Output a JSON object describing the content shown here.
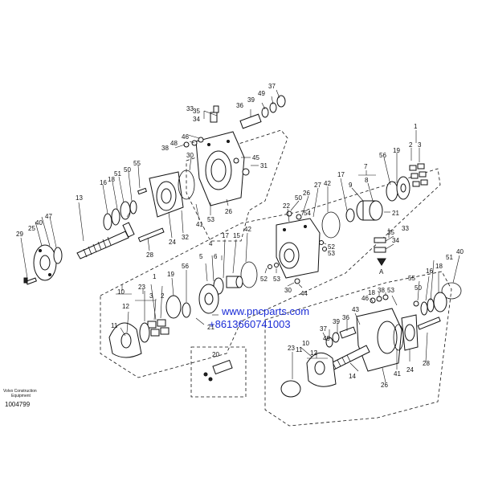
{
  "watermark": {
    "site": "www.pncparts.com",
    "phone": "+8613660741003"
  },
  "footer": {
    "company_line1": "Volvo Construction",
    "company_line2": "Equipment",
    "drawing_number": "1004799"
  },
  "view_marker": "A",
  "labels": {
    "l1": "1",
    "l2": "2",
    "l3": "3",
    "l4": "4",
    "l5": "5",
    "l6": "6",
    "l7": "7",
    "l8": "8",
    "l9": "9",
    "l10": "10",
    "l11": "11",
    "l12": "12",
    "l13": "13",
    "l14": "14",
    "l15": "15",
    "l16": "16",
    "l17": "17",
    "l18": "18",
    "l19": "19",
    "l20": "20",
    "l21": "21",
    "l22": "22",
    "l23": "23",
    "l24": "24",
    "l25": "25",
    "l26": "26",
    "l27": "27",
    "l28": "28",
    "l29": "29",
    "l30": "30",
    "l31": "31",
    "l32": "32",
    "l33": "33",
    "l34": "34",
    "l35": "35",
    "l36": "36",
    "l37": "37",
    "l38": "38",
    "l39": "39",
    "l40": "40",
    "l41": "41",
    "l42": "42",
    "l43": "43",
    "l44": "44",
    "l45": "45",
    "l46": "46",
    "l47": "47",
    "l48": "48",
    "l49": "49",
    "l50": "50",
    "l51": "51",
    "l52": "52",
    "l53": "53",
    "l54": "54",
    "l55": "55",
    "l56": "56"
  }
}
